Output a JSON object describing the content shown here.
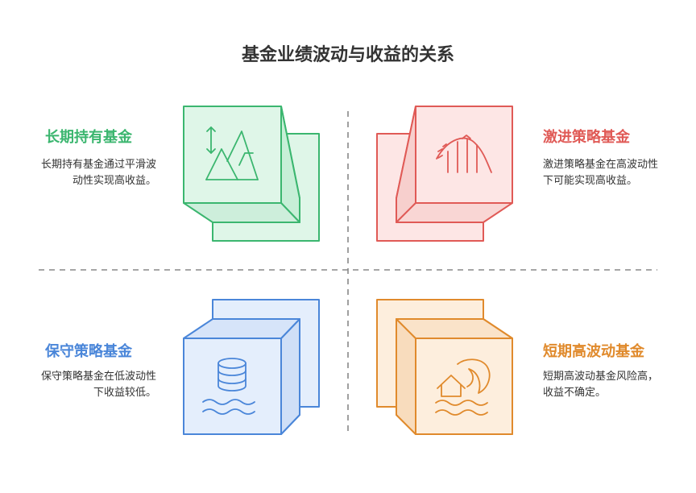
{
  "title": "基金业绩波动与收益的关系",
  "quadrants": {
    "top_left": {
      "title": "长期持有基金",
      "desc": "长期持有基金通过平滑波动性实现高收益。",
      "color": "#3bb66f",
      "icon": "mountain-icon"
    },
    "top_right": {
      "title": "激进策略基金",
      "desc": "激进策略基金在高波动性下可能实现高收益。",
      "color": "#e05a56",
      "icon": "rollercoaster-icon"
    },
    "bottom_left": {
      "title": "保守策略基金",
      "desc": "保守策略基金在低波动性下收益较低。",
      "color": "#4a86d9",
      "icon": "database-waves-icon"
    },
    "bottom_right": {
      "title": "短期高波动基金",
      "desc": "短期高波动基金风险高，收益不确定。",
      "color": "#e08a2c",
      "icon": "tsunami-house-icon"
    }
  }
}
